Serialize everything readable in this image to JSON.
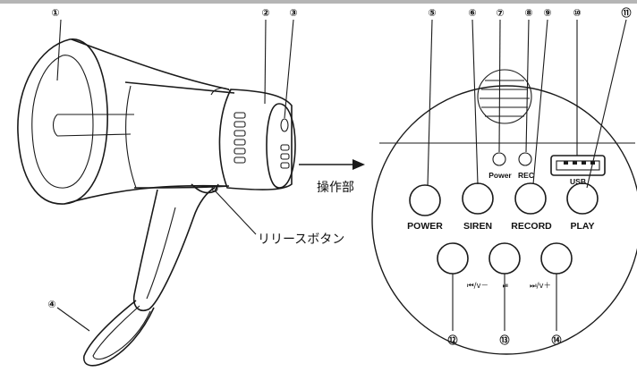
{
  "labels": {
    "operation_panel": "操作部",
    "release_button": "リリースボタン"
  },
  "callouts": [
    "①",
    "②",
    "③",
    "④",
    "⑤",
    "⑥",
    "⑦",
    "⑧",
    "⑨",
    "⑩",
    "⑪",
    "⑫",
    "⑬",
    "⑭"
  ],
  "buttons": {
    "power": "POWER",
    "siren": "SIREN",
    "record": "RECORD",
    "play": "PLAY"
  },
  "indicators": {
    "power_led": "Power",
    "rec_led": "REC",
    "usb": "USB"
  },
  "symbols": {
    "prev_vol_down": "⏮/v－",
    "play_pause": "⏯",
    "next_vol_up": "⏭/v＋"
  }
}
